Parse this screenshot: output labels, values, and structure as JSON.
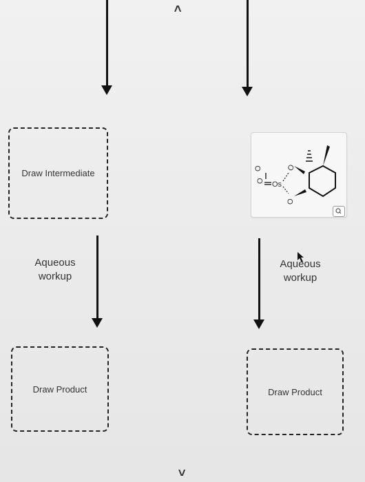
{
  "nav": {
    "up_chevron": "<",
    "down_chevron": ">"
  },
  "left_column": {
    "intermediate_box_label": "Draw Intermediate",
    "reagent_line1": "Aqueous",
    "reagent_line2": "workup",
    "product_box_label": "Draw Product"
  },
  "right_column": {
    "structure": {
      "osmium_label": "Os",
      "oxygen_label": "O"
    },
    "reagent_line1": "Aqueous",
    "reagent_line2": "workup",
    "product_box_label": "Draw Product"
  },
  "icons": {
    "zoom": "magnifier-icon"
  }
}
